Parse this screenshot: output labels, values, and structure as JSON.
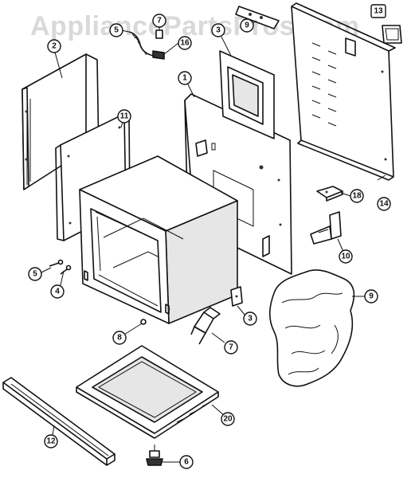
{
  "watermark": "AppliancePartsPros.com",
  "callouts": [
    {
      "id": "c1",
      "label": "1"
    },
    {
      "id": "c2",
      "label": "2"
    },
    {
      "id": "c3a",
      "label": "3"
    },
    {
      "id": "c3b",
      "label": "3"
    },
    {
      "id": "c4",
      "label": "4"
    },
    {
      "id": "c5a",
      "label": "5"
    },
    {
      "id": "c5b",
      "label": "5"
    },
    {
      "id": "c6",
      "label": "6"
    },
    {
      "id": "c7a",
      "label": "7"
    },
    {
      "id": "c7b",
      "label": "7"
    },
    {
      "id": "c8",
      "label": "8"
    },
    {
      "id": "c9a",
      "label": "9"
    },
    {
      "id": "c9b",
      "label": "9"
    },
    {
      "id": "c10",
      "label": "10"
    },
    {
      "id": "c11",
      "label": "11"
    },
    {
      "id": "c12",
      "label": "12"
    },
    {
      "id": "c13",
      "label": "13"
    },
    {
      "id": "c14",
      "label": "14"
    },
    {
      "id": "c16",
      "label": "16"
    },
    {
      "id": "c18",
      "label": "18"
    },
    {
      "id": "c20",
      "label": "20"
    }
  ]
}
